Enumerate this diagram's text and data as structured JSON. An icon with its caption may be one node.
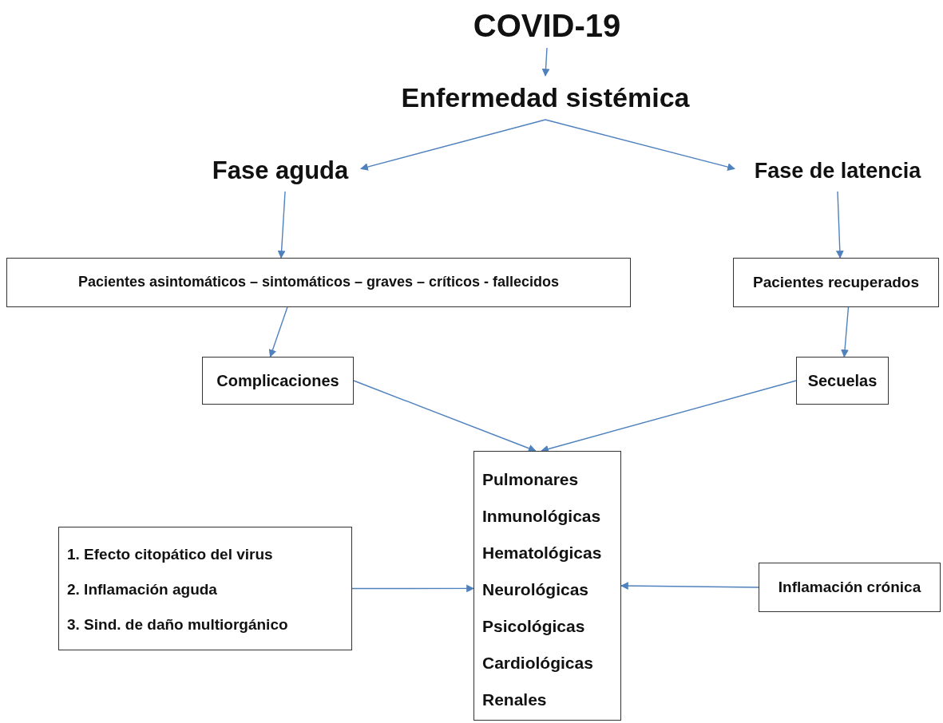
{
  "diagram": {
    "nodes": [
      {
        "text": [
          "COVID-19"
        ]
      },
      {
        "text": [
          "Enfermedad sistémica"
        ]
      },
      {
        "text": [
          "Fase aguda"
        ]
      },
      {
        "text": [
          "Fase de latencia"
        ]
      },
      {
        "text": [
          "Pacientes asintomáticos – sintomáticos – graves – críticos - fallecidos"
        ]
      },
      {
        "text": [
          "Pacientes recuperados"
        ]
      },
      {
        "text": [
          "Complicaciones"
        ]
      },
      {
        "text": [
          "Secuelas"
        ]
      },
      {
        "text": [
          "Pulmonares",
          "Inmunológicas",
          "Hematológicas",
          "Neurológicas",
          "Psicológicas",
          "Cardiológicas",
          "Renales"
        ]
      },
      {
        "text": [
          "1. Efecto citopático del virus",
          "2. Inflamación aguda",
          "3. Sind. de daño multiorgánico"
        ]
      },
      {
        "text": [
          "Inflamación crónica"
        ]
      }
    ],
    "edges": [
      {
        "from": 0,
        "to": 1,
        "arrow": "to"
      },
      {
        "from": 1,
        "to": 2,
        "arrow": "to"
      },
      {
        "from": 1,
        "to": 3,
        "arrow": "to"
      },
      {
        "from": 2,
        "to": 4,
        "arrow": "to"
      },
      {
        "from": 3,
        "to": 5,
        "arrow": "to"
      },
      {
        "from": 4,
        "to": 6,
        "arrow": "to"
      },
      {
        "from": 5,
        "to": 7,
        "arrow": "to"
      },
      {
        "from": 6,
        "to": 8,
        "arrow": "to"
      },
      {
        "from": 7,
        "to": 8,
        "arrow": "to"
      },
      {
        "from": 9,
        "to": 8,
        "arrow": "to"
      },
      {
        "from": 10,
        "to": 8,
        "arrow": "to"
      }
    ]
  }
}
